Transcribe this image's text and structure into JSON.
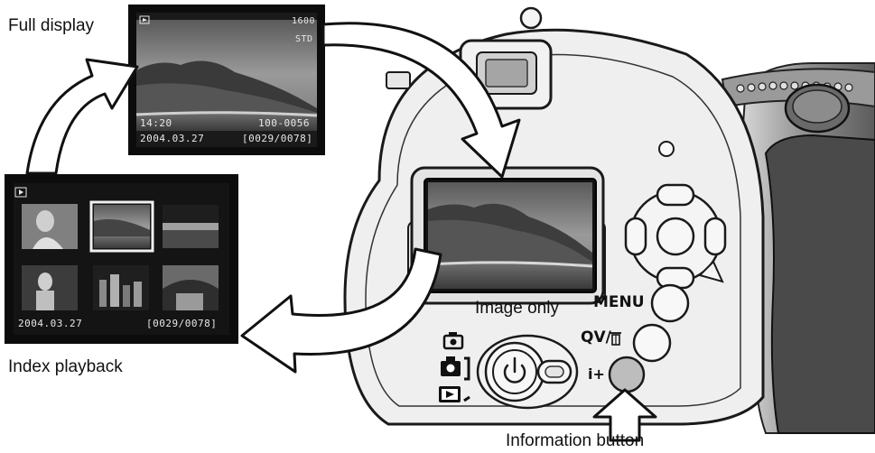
{
  "captions": {
    "full_display": "Full display",
    "index_playback": "Index playback",
    "image_only": "Image only",
    "information_button": "Information button"
  },
  "full_display_screen": {
    "top_right_1": "1600",
    "top_right_2": "STD",
    "time": "14:20",
    "date": "2004.03.27",
    "file_number": "100-0056",
    "frame_counter": "[0029/0078]"
  },
  "index_screen": {
    "date": "2004.03.27",
    "frame_counter": "[0029/0078]"
  },
  "camera_buttons": {
    "menu": "MENU",
    "qv": "QV/",
    "info": "i+"
  },
  "colors": {
    "camera_body": "#efefef",
    "lcd_frame": "#111111",
    "arrow_fill": "#ffffff",
    "arrow_stroke": "#111111",
    "info_button": "#bdbdbd"
  }
}
